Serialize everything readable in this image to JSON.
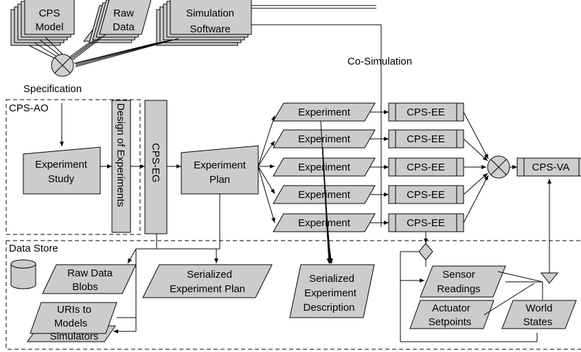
{
  "inputs": {
    "cps_model": [
      "CPS",
      "Model"
    ],
    "raw_data": [
      "Raw",
      "Data"
    ],
    "simulation_software": [
      "Simulation",
      "Software"
    ]
  },
  "specification_label": "Specification",
  "co_simulation_label": "Co-Simulation",
  "cps_ao": {
    "label": "CPS-AO",
    "experiment_study": [
      "Experiment",
      "Study"
    ],
    "design_of_experiments": "Design of Experiments"
  },
  "cps_eg": "CPS-EG",
  "experiment_plan": [
    "Experiment",
    "Plan"
  ],
  "experiments": [
    "Experiment",
    "Experiment",
    "Experiment",
    "Experiment",
    "Experiment"
  ],
  "executors": [
    "CPS-EE",
    "CPS-EE",
    "CPS-EE",
    "CPS-EE",
    "CPS-EE"
  ],
  "cps_va": "CPS-VA",
  "data_store": {
    "label": "Data Store",
    "raw_data_blobs": [
      "Raw Data",
      "Blobs"
    ],
    "uris_to_models": [
      "URIs to",
      "Models"
    ],
    "simulators": "Simulators",
    "serialized_plan": [
      "Serialized",
      "Experiment Plan"
    ],
    "serialized_description": [
      "Serialized",
      "Experiment",
      "Description"
    ],
    "sensor_readings": [
      "Sensor",
      "Readings"
    ],
    "actuator_setpoints": [
      "Actuator",
      "Setpoints"
    ],
    "world_states": [
      "World",
      "States"
    ]
  },
  "colors": {
    "shape_fill": "#cccccc",
    "line": "#000000"
  }
}
